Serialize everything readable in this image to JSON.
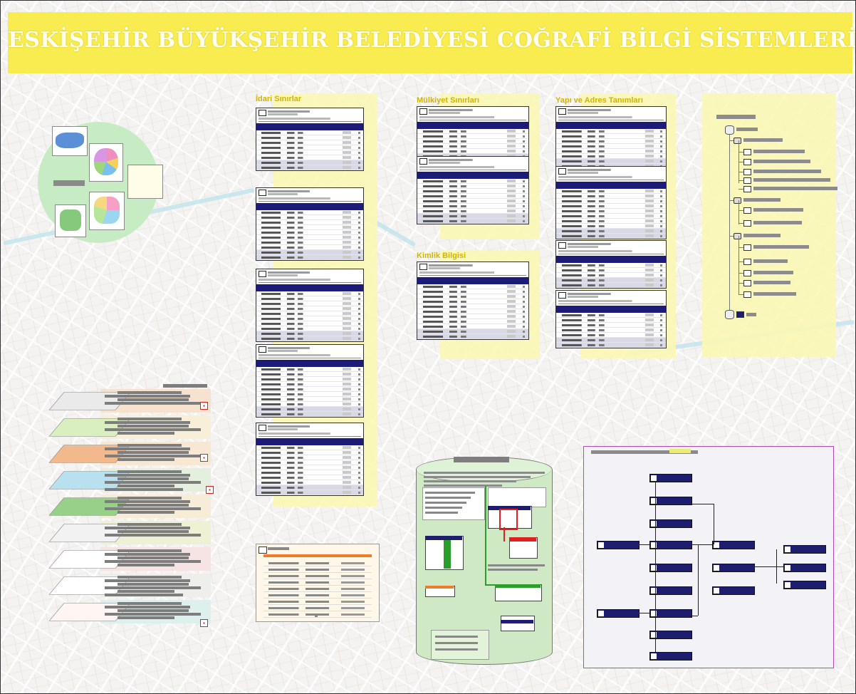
{
  "poster": {
    "title": "ESKİŞEHİR BÜYÜKŞEHİR BELEDİYESİ  COĞRAFİ  BİLGİ  SİSTEMLERİ  VERİ  MODELİ"
  },
  "sections": {
    "idari": "İdari Sınırlar",
    "mulkiyet": "Mülkiyet Sınırları",
    "yapi": "Yapı ve Adres Tanımları",
    "kimlik": "Kimlik Bilgisi"
  },
  "colors": {
    "title_bar": "#f8ec50",
    "section_title": "#d2b400",
    "table_header": "#1c1c78",
    "panel_yellow": "#fbf7b4",
    "cylinder_green": "#cfe9c4"
  },
  "icons": [
    "table-icon",
    "database-icon",
    "feature-class-icon",
    "map-marker-icon"
  ]
}
